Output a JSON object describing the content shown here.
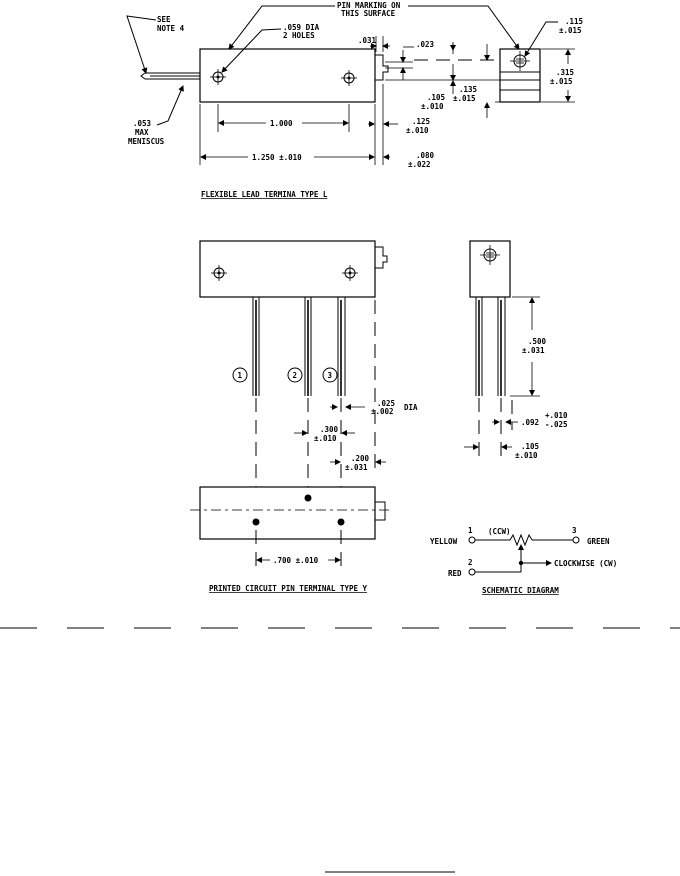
{
  "top_view": {
    "note_ref": [
      "SEE",
      "NOTE 4"
    ],
    "pin_marking": [
      "PIN MARKING ON",
      "THIS SURFACE"
    ],
    "hole_dia": [
      ".059 DIA",
      "2 HOLES"
    ],
    "dim_031": ".031",
    "dim_023": ".023",
    "meniscus": [
      ".053",
      "MAX",
      "MENISCUS"
    ],
    "dim_1000": "1.000",
    "dim_1250": "1.250 ±.010",
    "dim_105": [
      ".105",
      "±.010"
    ],
    "dim_135": [
      ".135",
      "±.015"
    ],
    "dim_125": [
      ".125",
      "±.010"
    ],
    "dim_080": [
      ".080",
      "±.022"
    ],
    "side_dim_115": [
      ".115",
      "±.015"
    ],
    "side_dim_315": [
      ".315",
      "±.015"
    ],
    "caption": "FLEXIBLE LEAD TERMINA TYPE L"
  },
  "pcb_view": {
    "pin_labels": [
      "1",
      "2",
      "3"
    ],
    "pin_dia": [
      ".025",
      "±.002",
      "DIA"
    ],
    "dim_300": [
      ".300",
      "±.010"
    ],
    "dim_200": [
      ".200",
      "±.031"
    ],
    "dim_700": ".700 ±.010",
    "side_dim_500": [
      ".500",
      "±.031"
    ],
    "side_dim_092": [
      ".092",
      "+.010",
      "-.025"
    ],
    "side_dim_105": [
      ".105",
      "±.010"
    ],
    "caption": "PRINTED CIRCUIT PIN TERMINAL TYPE Y"
  },
  "schematic": {
    "pin1": "1",
    "pin2": "2",
    "pin3": "3",
    "ccw": "(CCW)",
    "yellow": "YELLOW",
    "green": "GREEN",
    "red": "RED",
    "clockwise": "CLOCKWISE (CW)",
    "caption": "SCHEMATIC DIAGRAM"
  }
}
